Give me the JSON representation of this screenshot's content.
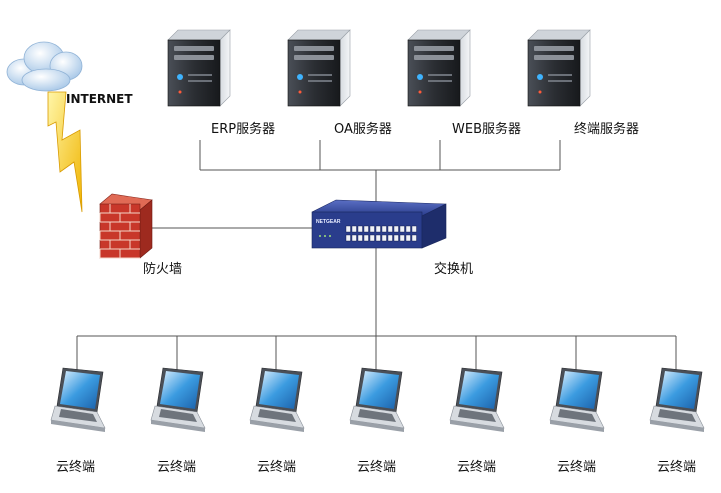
{
  "internet_label": "INTERNET",
  "servers": [
    {
      "label": "ERP服务器",
      "icon": "server-tower-icon"
    },
    {
      "label": "OA服务器",
      "icon": "server-tower-icon"
    },
    {
      "label": "WEB服务器",
      "icon": "server-tower-icon"
    },
    {
      "label": "终端服务器",
      "icon": "server-tower-icon"
    }
  ],
  "firewall_label": "防火墙",
  "switch_label": "交换机",
  "switch_brand": "NETGEAR",
  "clients": [
    {
      "label": "云终端",
      "icon": "laptop-icon"
    },
    {
      "label": "云终端",
      "icon": "laptop-icon"
    },
    {
      "label": "云终端",
      "icon": "laptop-icon"
    },
    {
      "label": "云终端",
      "icon": "laptop-icon"
    },
    {
      "label": "云终端",
      "icon": "laptop-icon"
    },
    {
      "label": "云终端",
      "icon": "laptop-icon"
    },
    {
      "label": "云终端",
      "icon": "laptop-icon"
    }
  ],
  "colors": {
    "line": "#555555",
    "switch": "#2a3d8c",
    "brick": "#c8372a",
    "lightning": "#f2c21b",
    "cloud": "#a7c7e7"
  }
}
